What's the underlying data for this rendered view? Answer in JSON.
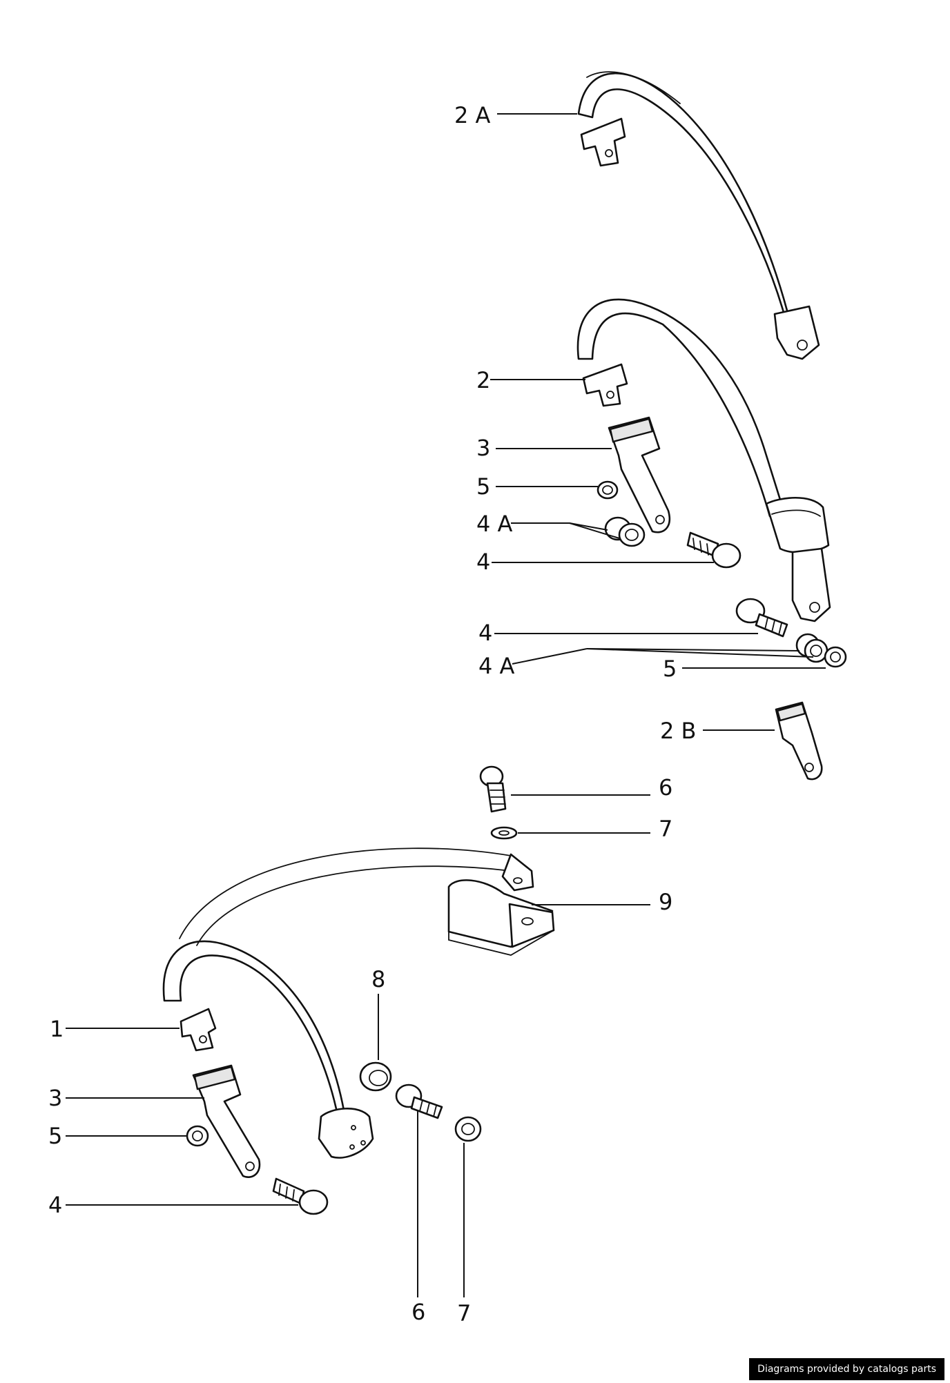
{
  "callouts": {
    "c_2A": "2 A",
    "c_2": "2",
    "c_3_top": "3",
    "c_5_top": "5",
    "c_4A_top": "4 A",
    "c_4_top": "4",
    "c_4_mid": "4",
    "c_4A_mid": "4 A",
    "c_5_mid": "5",
    "c_2B": "2 B",
    "c_6_top": "6",
    "c_7_top": "7",
    "c_9": "9",
    "c_8": "8",
    "c_1": "1",
    "c_3_bot": "3",
    "c_5_bot": "5",
    "c_4_bot": "4",
    "c_6_bot": "6",
    "c_7_bot": "7"
  },
  "footer": {
    "credit": "Diagrams provided by catalogs parts"
  }
}
